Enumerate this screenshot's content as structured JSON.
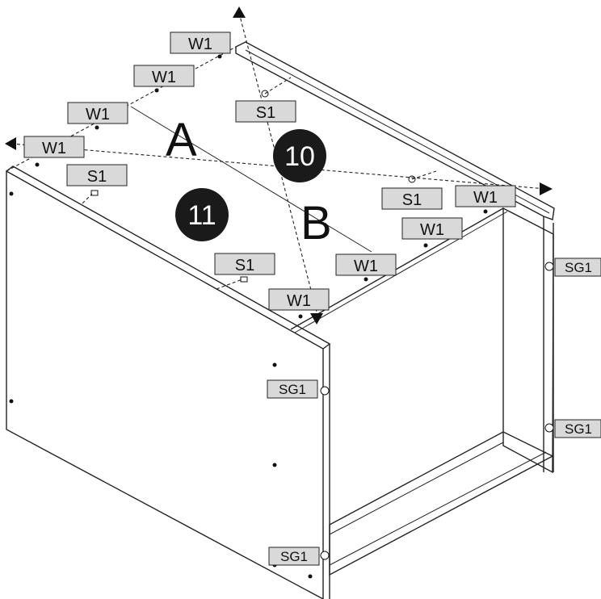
{
  "diagram": {
    "panel_letters": {
      "a": "A",
      "b": "B"
    },
    "steps": {
      "step_10": "10",
      "step_11": "11"
    },
    "labels": {
      "w1_1": "W1",
      "w1_2": "W1",
      "w1_3": "W1",
      "w1_4": "W1",
      "w1_5": "W1",
      "w1_6": "W1",
      "w1_7": "W1",
      "w1_8": "W1",
      "s1_1": "S1",
      "s1_2": "S1",
      "s1_3": "S1",
      "s1_4": "S1",
      "sg1_1": "SG1",
      "sg1_2": "SG1",
      "sg1_3": "SG1",
      "sg1_4": "SG1"
    },
    "colors": {
      "label_fill": "#d9d9d9",
      "badge_fill": "#1a1a1a",
      "line": "#222222"
    }
  }
}
